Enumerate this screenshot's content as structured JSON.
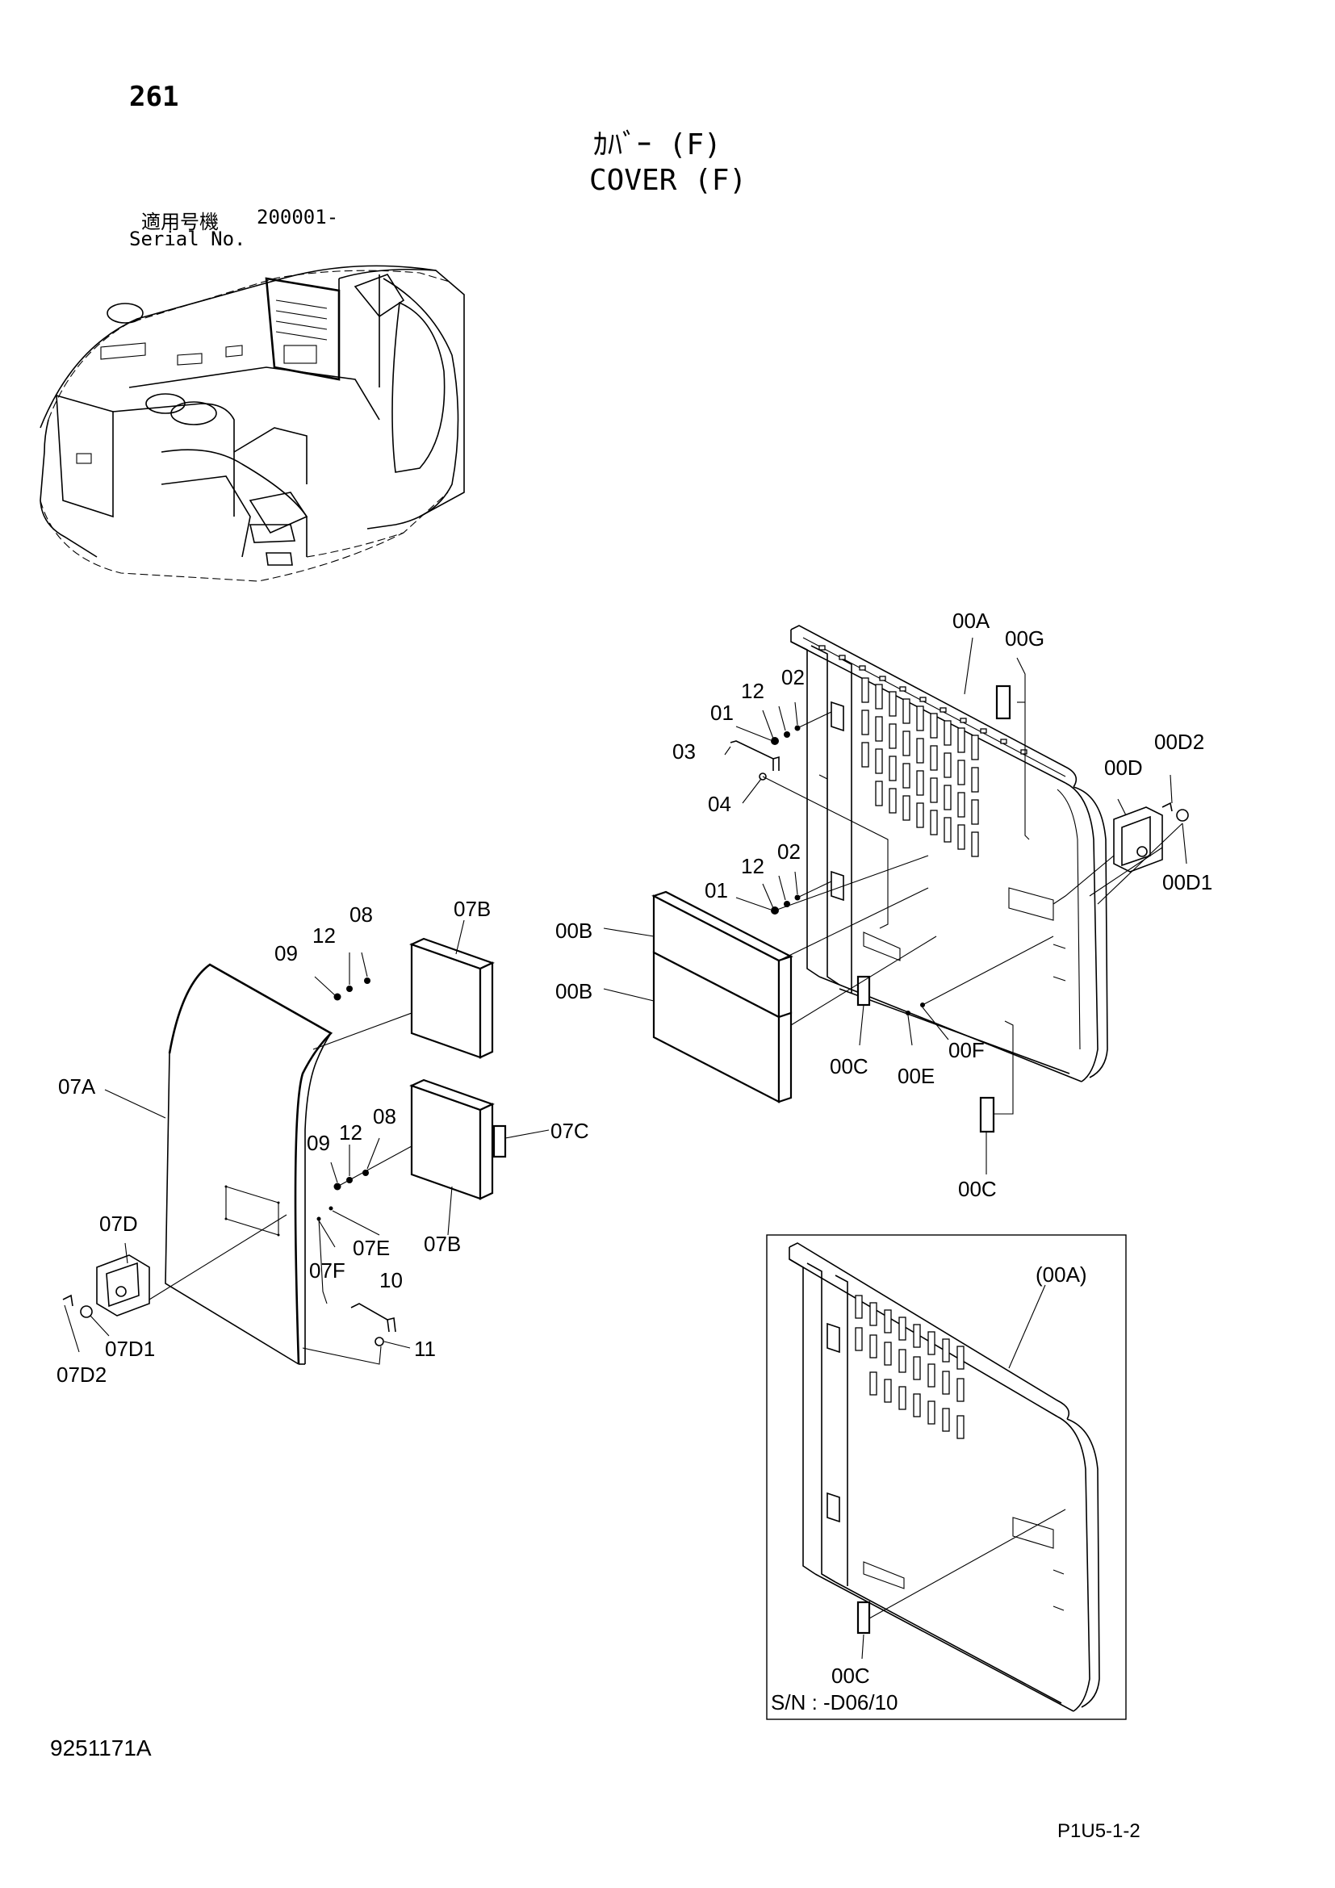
{
  "header": {
    "page_number": "261",
    "title_jp": "ｶﾊﾞｰ (F)",
    "title_en": "COVER (F)",
    "serial_label_jp": "適用号機",
    "serial_value": "200001-",
    "serial_label_en": "Serial No."
  },
  "callouts": {
    "c00A": "00A",
    "c00G": "00G",
    "c00D2": "00D2",
    "c00D": "00D",
    "c00D1": "00D1",
    "c02a": "02",
    "c12a": "12",
    "c01a": "01",
    "c03": "03",
    "c04": "04",
    "c02b": "02",
    "c12b": "12",
    "c01b": "01",
    "c00B_1": "00B",
    "c00B_2": "00B",
    "c00C_1": "00C",
    "c00E": "00E",
    "c00F": "00F",
    "c00C_2": "00C",
    "c08a": "08",
    "c12c": "12",
    "c09a": "09",
    "c07B_1": "07B",
    "c07A": "07A",
    "c08b": "08",
    "c12d": "12",
    "c09b": "09",
    "c07C": "07C",
    "c07D": "07D",
    "c07E": "07E",
    "c07F": "07F",
    "c07B_2": "07B",
    "c10": "10",
    "c11": "11",
    "c07D1": "07D1",
    "c07D2": "07D2"
  },
  "inset": {
    "label_00A": "(00A)",
    "label_00C": "00C",
    "serial_note": "S/N : -D06/10"
  },
  "footer": {
    "doc_code": "9251171A",
    "page_code": "P1U5-1-2"
  }
}
